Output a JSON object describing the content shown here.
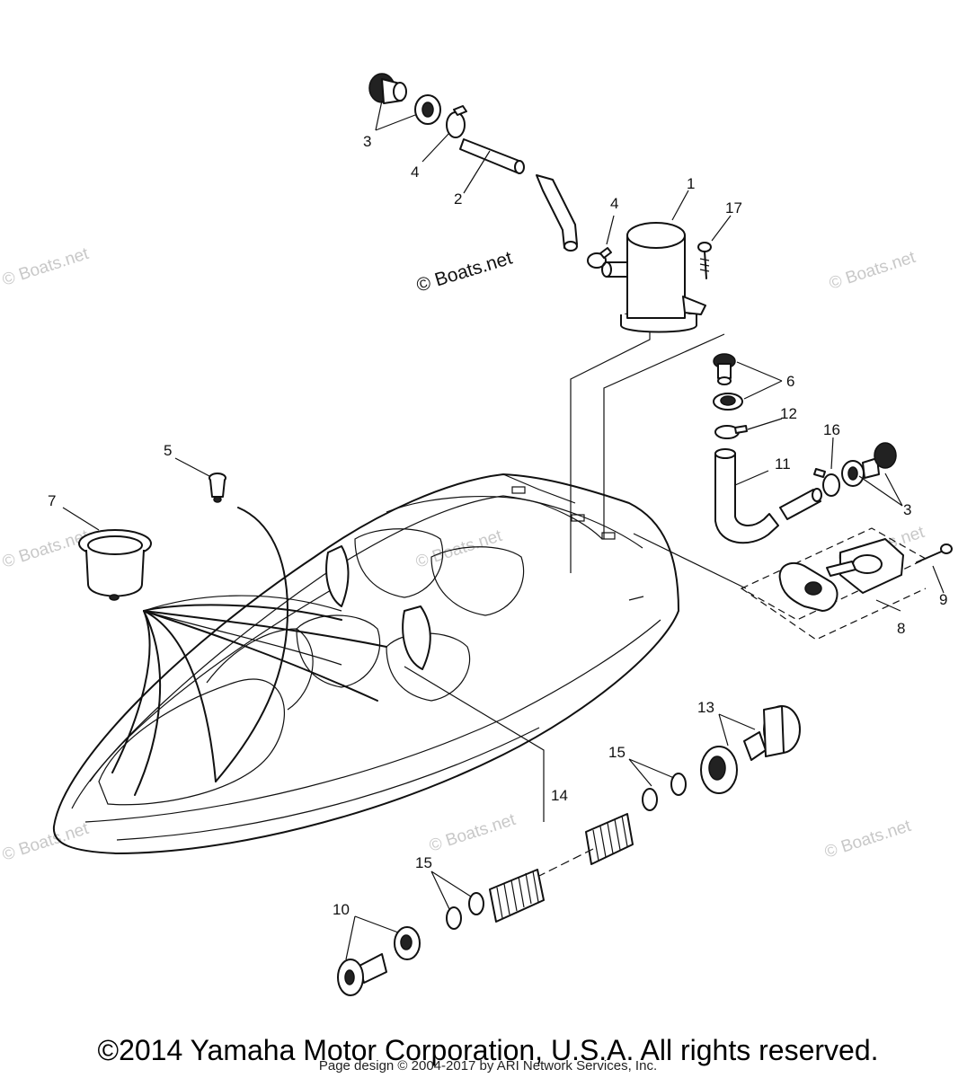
{
  "labels": {
    "p1": "1",
    "p2": "2",
    "p3a": "3",
    "p3b": "3",
    "p4a": "4",
    "p4b": "4",
    "p5": "5",
    "p6": "6",
    "p7": "7",
    "p8": "8",
    "p9": "9",
    "p10": "10",
    "p11": "11",
    "p12": "12",
    "p13": "13",
    "p14": "14",
    "p15a": "15",
    "p15b": "15",
    "p16": "16",
    "p17": "17"
  },
  "watermarks": {
    "main": "© Boats.net",
    "faint": "© Boats.net"
  },
  "footer": {
    "copyright": "©2014 Yamaha Motor Corporation, U.S.A. All rights reserved.",
    "page_design": "Page design © 2004-2017 by ARI Network Services, Inc."
  }
}
